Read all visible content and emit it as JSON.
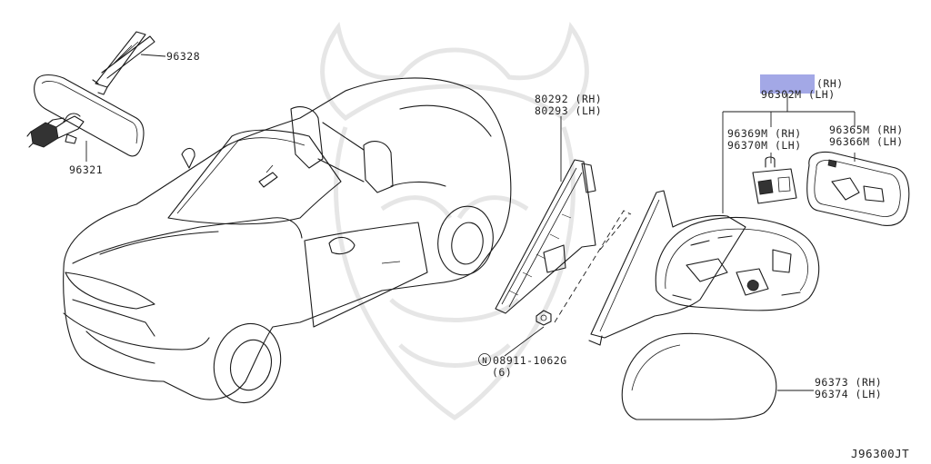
{
  "highlight_color": "#a3a8e6",
  "labels": {
    "rear_mirror_bracket": "96328",
    "rear_mirror": "96321",
    "sash_rh": "80292 (RH)",
    "sash_lh": "80293 (LH)",
    "assy_rh": "(RH)",
    "assy_lh": "96302M (LH)",
    "actuator_rh": "96369M (RH)",
    "actuator_lh": "96370M (LH)",
    "glass_rh": "96365M (RH)",
    "glass_lh": "96366M (LH)",
    "nut_code": "08911-1062G",
    "nut_qty": "(6)",
    "cover_rh": "96373 (RH)",
    "cover_lh": "96374 (LH)",
    "diagram_id": "J96300JT"
  }
}
